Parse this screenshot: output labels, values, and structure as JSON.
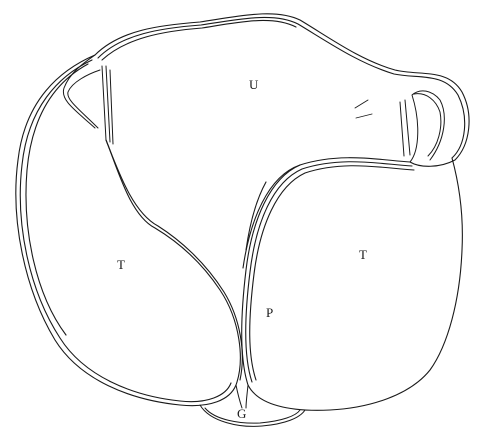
{
  "figure": {
    "labels": {
      "u": "U",
      "t_left": "T",
      "t_right": "T",
      "p": "P",
      "g": "G"
    },
    "ink_color": "#1a1a1a",
    "background_color": "#ffffff"
  }
}
